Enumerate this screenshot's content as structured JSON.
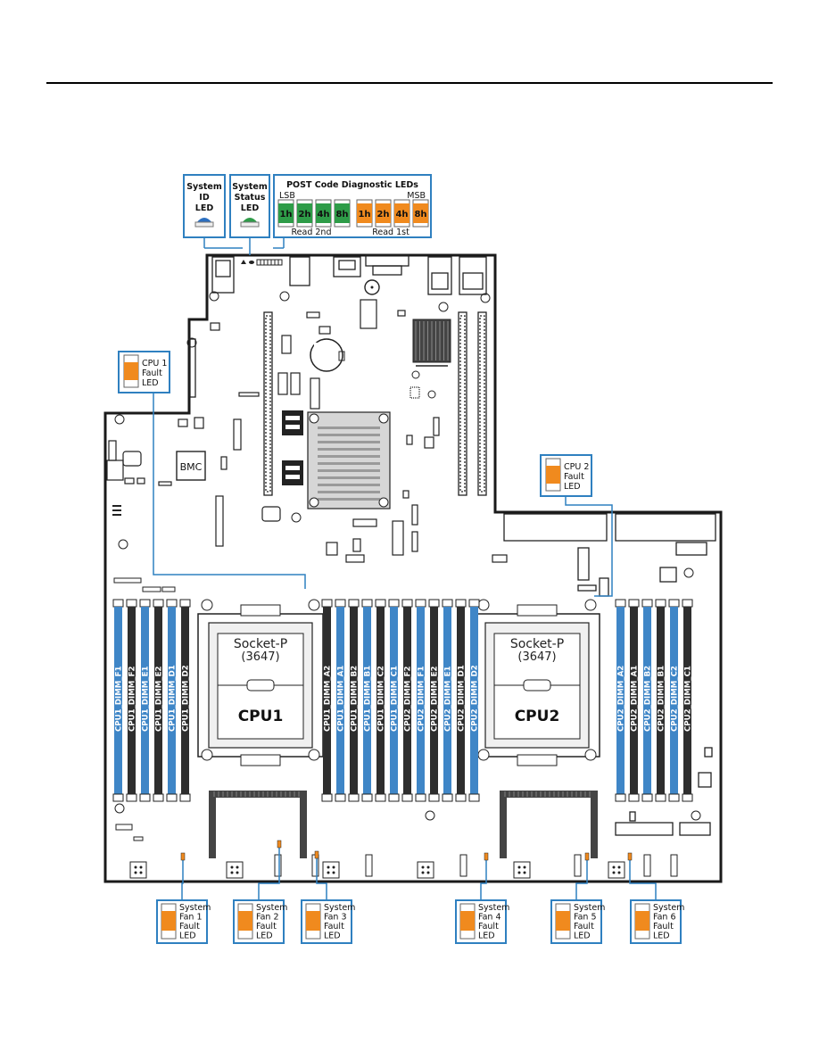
{
  "callouts": {
    "system_id_led": [
      "System",
      "ID",
      "LED"
    ],
    "system_status_led": [
      "System",
      "Status",
      "LED"
    ],
    "cpu1_fault": [
      "CPU 1",
      "Fault",
      "LED"
    ],
    "cpu2_fault": [
      "CPU 2",
      "Fault",
      "LED"
    ],
    "fans": [
      [
        "System",
        "Fan 1",
        "Fault",
        "LED"
      ],
      [
        "System",
        "Fan 2",
        "Fault",
        "LED"
      ],
      [
        "System",
        "Fan 3",
        "Fault",
        "LED"
      ],
      [
        "System",
        "Fan 4",
        "Fault",
        "LED"
      ],
      [
        "System",
        "Fan 5",
        "Fault",
        "LED"
      ],
      [
        "System",
        "Fan 6",
        "Fault",
        "LED"
      ]
    ]
  },
  "post_codes": {
    "title": "POST Code Diagnostic LEDs",
    "lsb": "LSB",
    "msb": "MSB",
    "read_2nd": "Read 2nd",
    "read_1st": "Read 1st",
    "green_leds": [
      "1h",
      "2h",
      "4h",
      "8h"
    ],
    "orange_leds": [
      "1h",
      "2h",
      "4h",
      "8h"
    ]
  },
  "board": {
    "bmc": "BMC",
    "sockets": [
      {
        "label": "Socket-P",
        "sub": "(3647)",
        "cpu": "CPU1"
      },
      {
        "label": "Socket-P",
        "sub": "(3647)",
        "cpu": "CPU2"
      }
    ],
    "dimm_groups": [
      [
        "CPU1_DIMM_F1",
        "CPU1_DIMM_F2",
        "CPU1_DIMM_E1",
        "CPU1_DIMM_E2",
        "CPU1_DIMM_D1",
        "CPU1_DIMM_D2"
      ],
      [
        "CPU1_DIMM_A2",
        "CPU1_DIMM_A1",
        "CPU1_DIMM_B2",
        "CPU1_DIMM_B1",
        "CPU1_DIMM_C2",
        "CPU1_DIMM_C1",
        "CPU2_DIMM_F2",
        "CPU2_DIMM_F1",
        "CPU2_DIMM_E2",
        "CPU2_DIMM_E1",
        "CPU2_DIMM_D1",
        "CPU2_DIMM_D2"
      ],
      [
        "CPU2_DIMM_A2",
        "CPU2_DIMM_A1",
        "CPU2_DIMM_B2",
        "CPU2_DIMM_B1",
        "CPU2_DIMM_C2",
        "CPU2_DIMM_C1"
      ]
    ],
    "dimm_colors": {
      "blue": "#3f86c7",
      "black": "#2e2e2e"
    }
  },
  "colors": {
    "callout_border": "#2f80c0",
    "led_green": "#2e9c48",
    "led_orange": "#f08a1e",
    "led_blue": "#2b6fc0",
    "board_line": "#1a1a1a"
  }
}
